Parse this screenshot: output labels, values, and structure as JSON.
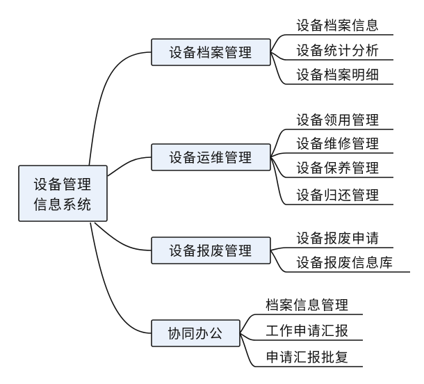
{
  "root": {
    "lines": [
      "设备管理",
      "信息系统"
    ]
  },
  "branches": [
    {
      "label": "设备档案管理",
      "children": [
        "设备档案信息",
        "设备统计分析",
        "设备档案明细"
      ]
    },
    {
      "label": "设备运维管理",
      "children": [
        "设备领用管理",
        "设备维修管理",
        "设备保养管理",
        "设备归还管理"
      ]
    },
    {
      "label": "设备报废管理",
      "children": [
        "设备报废申请",
        "设备报废信息库"
      ]
    },
    {
      "label": "协同办公",
      "children": [
        "档案信息管理",
        "工作申请汇报",
        "申请汇报批复"
      ]
    }
  ]
}
